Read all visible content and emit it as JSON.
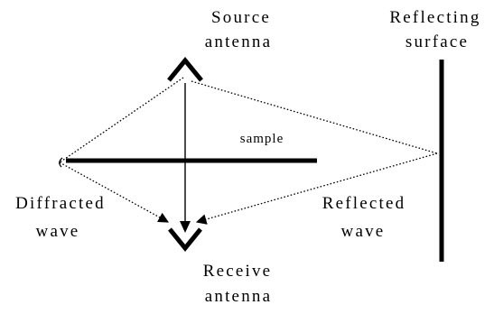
{
  "labels": {
    "source_line1": "Source",
    "source_line2": "antenna",
    "reflecting_line1": "Reflecting",
    "reflecting_line2": "surface",
    "sample": "sample",
    "diffracted_line1": "Diffracted",
    "diffracted_line2": "wave",
    "reflected_line1": "Reflected",
    "reflected_line2": "wave",
    "receive_line1": "Receive",
    "receive_line2": "antenna"
  },
  "colors": {
    "ink": "#000000",
    "background": "#ffffff"
  }
}
